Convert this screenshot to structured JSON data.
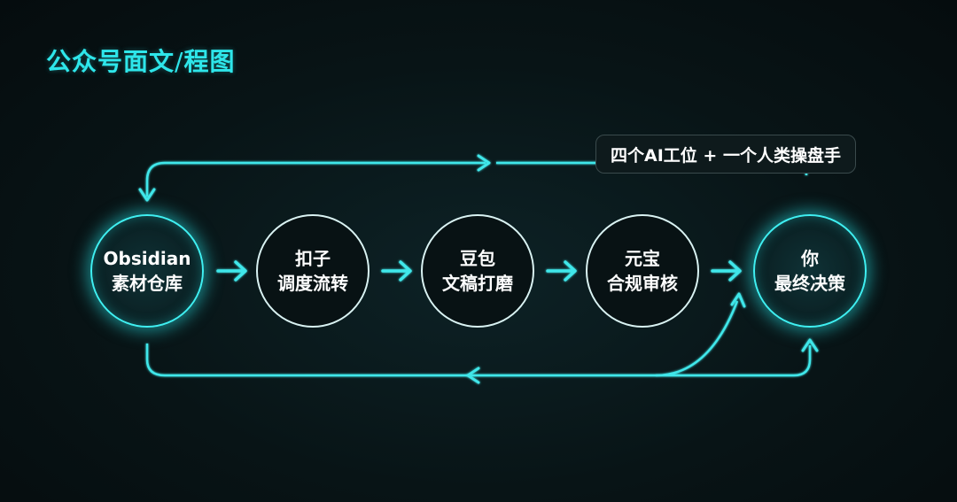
{
  "title": {
    "main": "公众号面文",
    "slash": "/",
    "tail": "程图"
  },
  "badge": {
    "text": "四个AI工位 + 一个人类操盘手"
  },
  "nodes": [
    {
      "line1": "Obsidian",
      "line2": "素材仓库"
    },
    {
      "line1": "扣子",
      "line2": "调度流转"
    },
    {
      "line1": "豆包",
      "line2": "文稿打磨"
    },
    {
      "line1": "元宝",
      "line2": "合规审核"
    },
    {
      "line1": "你",
      "line2": "最终决策"
    }
  ],
  "colors": {
    "accent": "#2ee6ea",
    "node_border": "#d9f2f2",
    "background": "#081416"
  }
}
